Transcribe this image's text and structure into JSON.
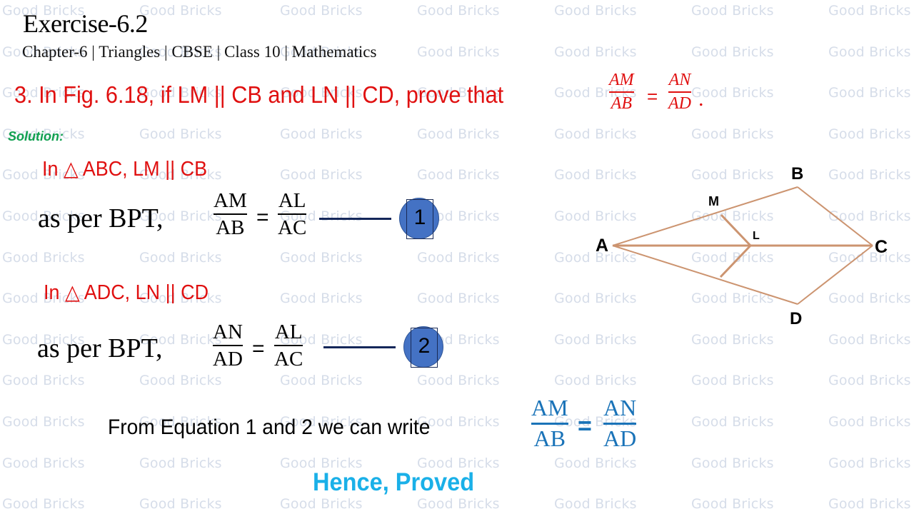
{
  "watermark": {
    "text": "Good Bricks",
    "color": "#d6dde9",
    "columns_x": [
      3,
      195,
      392,
      584,
      776,
      968,
      1160
    ],
    "rows_y": [
      4,
      62,
      119,
      177,
      234,
      292,
      350,
      407,
      465,
      522,
      580,
      638,
      695
    ]
  },
  "header": {
    "title": "Exercise-6.2",
    "subtitle": "Chapter-6 | Triangles | CBSE | Class 10 | Mathematics"
  },
  "question": {
    "text": "3. In Fig. 6.18, if LM || CB and LN || CD, prove that",
    "frac1": {
      "num": "AM",
      "den": "AB"
    },
    "equals": "=",
    "frac2": {
      "num": "AN",
      "den": "AD"
    },
    "end": ".",
    "color": "#e01010"
  },
  "solution": {
    "label": "Solution:",
    "label_color": "#10a050",
    "steps": [
      {
        "given": "In △ ABC, LM || CB",
        "prefix": "as per BPT,",
        "lhs": {
          "num": "AM",
          "den": "AB"
        },
        "equals": "=",
        "rhs": {
          "num": "AL",
          "den": "AC"
        },
        "eq_number": "1"
      },
      {
        "given": "In △ ADC, LN || CD",
        "prefix": "as per BPT,",
        "lhs": {
          "num": "AN",
          "den": "AD"
        },
        "equals": "=",
        "rhs": {
          "num": "AL",
          "den": "AC"
        },
        "eq_number": "2"
      }
    ],
    "conclusion": {
      "text": "From Equation 1 and  2 we can write",
      "lhs": {
        "num": "AM",
        "den": "AB"
      },
      "equals": "=",
      "rhs": {
        "num": "AN",
        "den": "AD"
      },
      "color": "#1a73b8"
    },
    "final": "Hence, Proved",
    "final_color": "#1ab0e8",
    "marker_color": "#4472c4"
  },
  "figure": {
    "line_color": "#cc9470",
    "labels": {
      "A": "A",
      "B": "B",
      "C": "C",
      "D": "D",
      "M": "M",
      "L": "L"
    }
  }
}
